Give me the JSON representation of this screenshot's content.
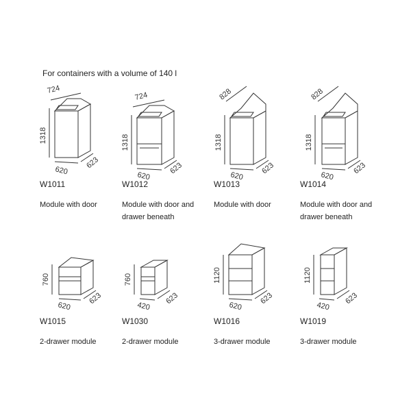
{
  "title": "For containers with a volume of 140 l",
  "modules": [
    {
      "code": "W1011",
      "description": "Module with door",
      "height": "1318",
      "depth": "724",
      "width": "620",
      "side": "623"
    },
    {
      "code": "W1012",
      "description": "Module with door and drawer beneath",
      "height": "1318",
      "depth": "724",
      "width": "620",
      "side": "623"
    },
    {
      "code": "W1013",
      "description": "Module with door",
      "height": "1318",
      "depth": "828",
      "width": "620",
      "side": "623"
    },
    {
      "code": "W1014",
      "description": "Module with door and drawer beneath",
      "height": "1318",
      "depth": "828",
      "width": "620",
      "side": "623"
    },
    {
      "code": "W1015",
      "description": "2-drawer module",
      "height": "760",
      "width": "620",
      "side": "623"
    },
    {
      "code": "W1030",
      "description": "2-drawer module",
      "height": "760",
      "width": "420",
      "side": "623"
    },
    {
      "code": "W1016",
      "description": "3-drawer module",
      "height": "1120",
      "width": "620",
      "side": "623"
    },
    {
      "code": "W1019",
      "description": "3-drawer module",
      "height": "1120",
      "width": "420",
      "side": "623"
    }
  ]
}
